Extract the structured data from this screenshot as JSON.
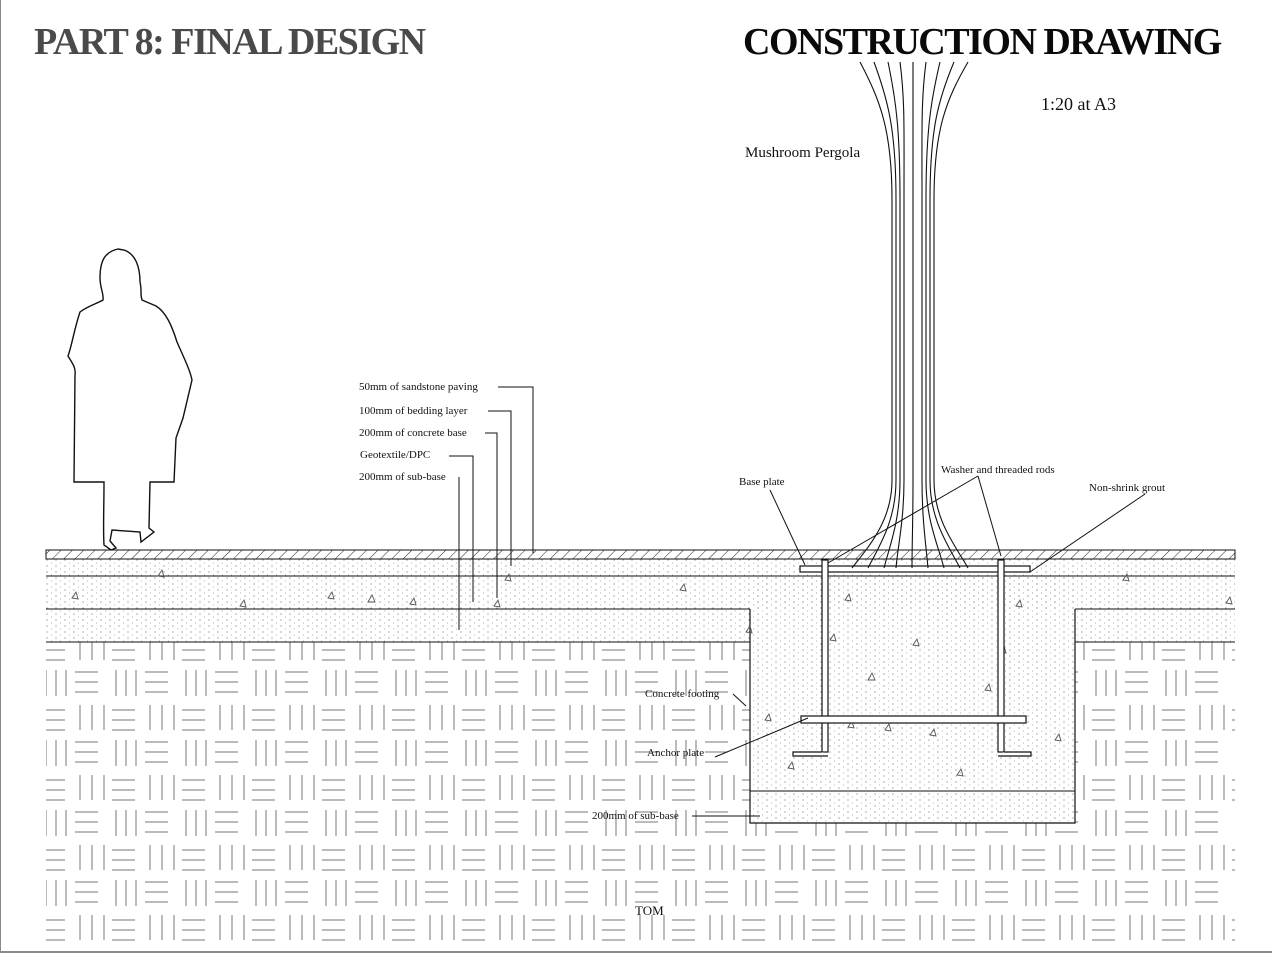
{
  "header": {
    "part_title": "PART 8: FINAL DESIGN",
    "drawing_title": "CONSTRUCTION DRAWING",
    "scale": "1:20 at A3"
  },
  "drawing": {
    "pergola_label": "Mushroom Pergola",
    "layers": [
      "50mm of sandstone paving",
      "100mm of bedding layer",
      "200mm of concrete base",
      "Geotextile/DPC",
      "200mm of sub-base"
    ],
    "callouts": {
      "base_plate": "Base plate",
      "washer_rods": "Washer and threaded rods",
      "grout": "Non-shrink grout",
      "footing": "Concrete footing",
      "anchor_plate": "Anchor plate",
      "footing_subbase": "200mm of sub-base"
    },
    "author": "TOM"
  }
}
